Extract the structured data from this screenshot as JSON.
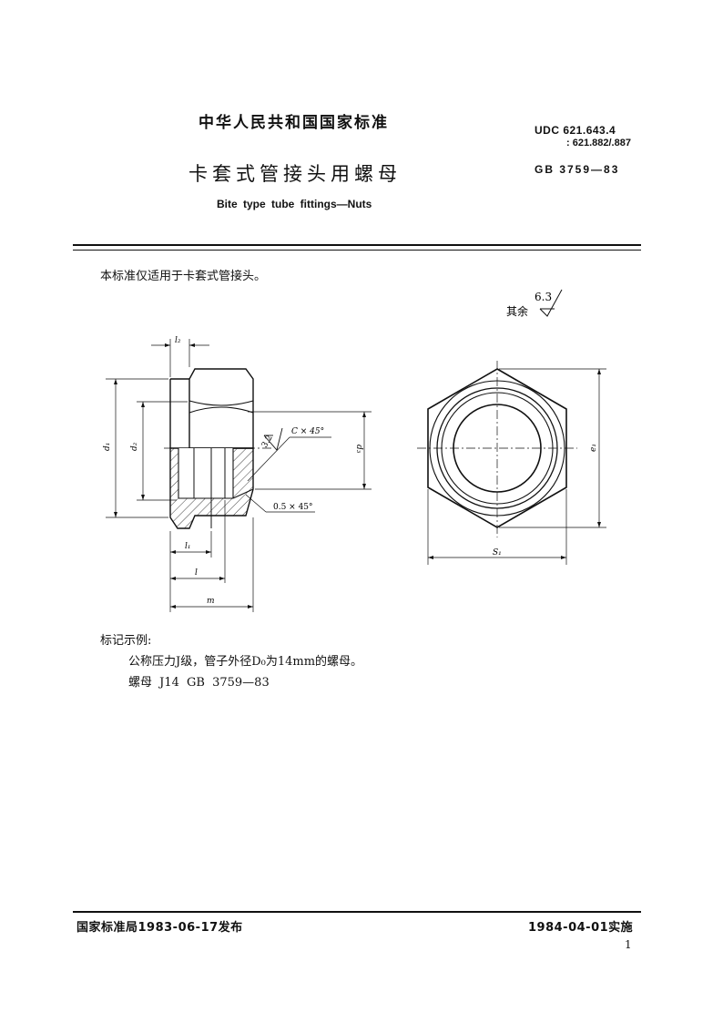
{
  "header": {
    "org": "中华人民共和国国家标准",
    "title": "卡套式管接头用螺母",
    "subtitle": "Bite type tube fittings—Nuts",
    "udc_line1": "UDC 621.643.4",
    "udc_line2": ": 621.882/.887",
    "standard_no": "GB 3759—83"
  },
  "body": {
    "scope": "本标准仅适用于卡套式管接头。"
  },
  "roughness": {
    "prefix": "其余",
    "value": "6.3"
  },
  "drawing_labels": {
    "l2": "l₂",
    "d1": "d₁",
    "d2": "d₂",
    "d3": "d₃",
    "chamfer_c": "C × 45°",
    "chamfer_small": "0.5 × 45°",
    "roughness_local": "3.2",
    "l1": "l₁",
    "l": "l",
    "m": "m",
    "e1": "e₁",
    "s1": "S₁"
  },
  "example": {
    "heading": "标记示例:",
    "line1": "公称压力J级，管子外径D₀为14mm的螺母。",
    "line2": "螺母 J14 GB 3759—83"
  },
  "footer": {
    "issued": "国家标准局1983-06-17发布",
    "effective": "1984-04-01实施",
    "page": "1"
  }
}
